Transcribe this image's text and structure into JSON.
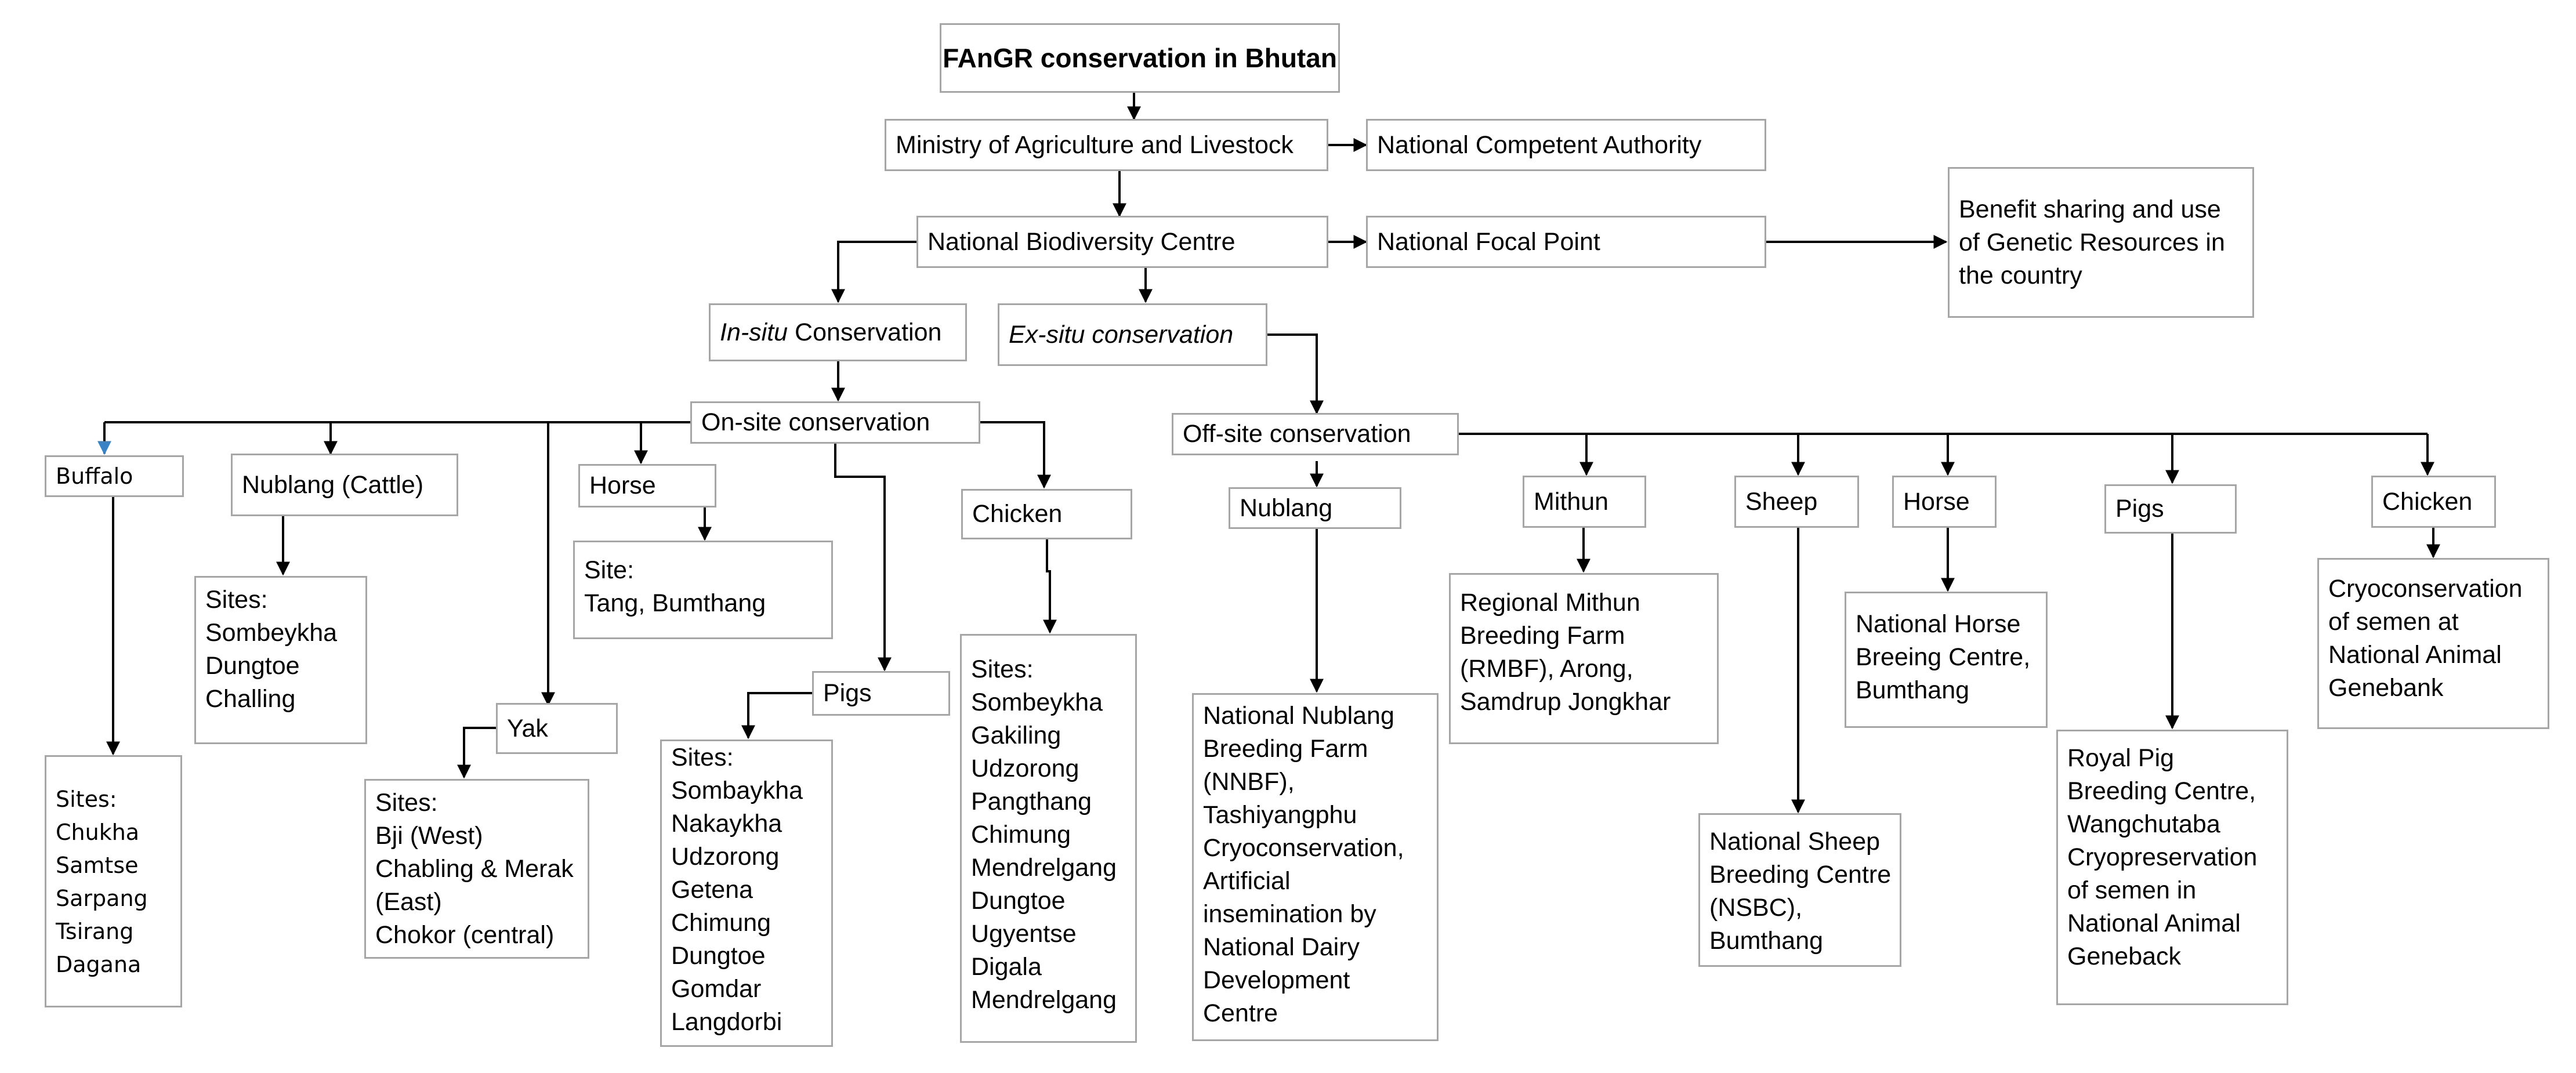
{
  "diagram": {
    "title": "FAnGR conservation in Bhutan",
    "ministry": "Ministry of Agriculture and Livestock",
    "national_competent_authority": "National Competent Authority",
    "nbc": "National Biodiversity Centre",
    "national_focal_point": "National Focal Point",
    "benefit_sharing": [
      "Benefit sharing and use",
      "of Genetic Resources in",
      "the country"
    ],
    "in_situ": {
      "italic": "In-situ",
      "rest": " Conservation"
    },
    "ex_situ": "Ex-situ conservation",
    "on_site": "On-site conservation",
    "off_site": "Off-site conservation",
    "on_site_species": {
      "buffalo": {
        "label": "Buffalo",
        "sites": [
          "Sites:",
          "Chukha",
          "Samtse",
          "Sarpang",
          "Tsirang",
          "Dagana"
        ]
      },
      "nublang": {
        "label": "Nublang (Cattle)",
        "sites": [
          "Sites:",
          "Sombeykha",
          "Dungtoe",
          "Challing"
        ]
      },
      "yak": {
        "label": "Yak",
        "sites": [
          "Sites:",
          "Bji (West)",
          "Chabling & Merak",
          "(East)",
          "Chokor (central)"
        ]
      },
      "horse": {
        "label": "Horse",
        "sites": [
          "Site:",
          "Tang, Bumthang"
        ]
      },
      "pigs": {
        "label": "Pigs",
        "sites": [
          "Sites:",
          "Sombaykha",
          "Nakaykha",
          "Udzorong",
          "Getena",
          "Chimung",
          "Dungtoe",
          "Gomdar",
          "Langdorbi"
        ]
      },
      "chicken": {
        "label": "Chicken",
        "sites": [
          "Sites:",
          "Sombeykha",
          "Gakiling",
          "Udzorong",
          "Pangthang",
          "Chimung",
          "Mendrelgang",
          "Dungtoe",
          "Ugyentse",
          "Digala",
          "Mendrelgang"
        ]
      }
    },
    "off_site_species": {
      "nublang": {
        "label": "Nublang",
        "detail": [
          "National Nublang",
          "Breeding Farm",
          "(NNBF),",
          "Tashiyangphu",
          "Cryoconservation,",
          "Artificial",
          "insemination by",
          "National Dairy",
          "Development",
          "Centre"
        ]
      },
      "mithun": {
        "label": "Mithun",
        "detail": [
          "Regional Mithun",
          "Breeding Farm",
          "(RMBF), Arong,",
          "Samdrup Jongkhar"
        ]
      },
      "sheep": {
        "label": "Sheep",
        "detail": [
          "National Sheep",
          "Breeding Centre",
          "(NSBC),",
          "Bumthang"
        ]
      },
      "horse": {
        "label": "Horse",
        "detail": [
          "National Horse",
          "Breeing Centre,",
          "Bumthang"
        ]
      },
      "pigs": {
        "label": "Pigs",
        "detail": [
          "Royal Pig",
          "Breeding Centre,",
          "Wangchutaba",
          "Cryopreservation",
          "of semen in",
          "National Animal",
          "Geneback"
        ]
      },
      "chicken": {
        "label": "Chicken",
        "detail": [
          "Cryoconservation",
          "of semen at",
          "National Animal",
          "Genebank"
        ]
      }
    }
  },
  "colors": {
    "box_border": "#a6a6a6",
    "line": "#000000",
    "buffalo_arrow": "#3b82c4"
  }
}
